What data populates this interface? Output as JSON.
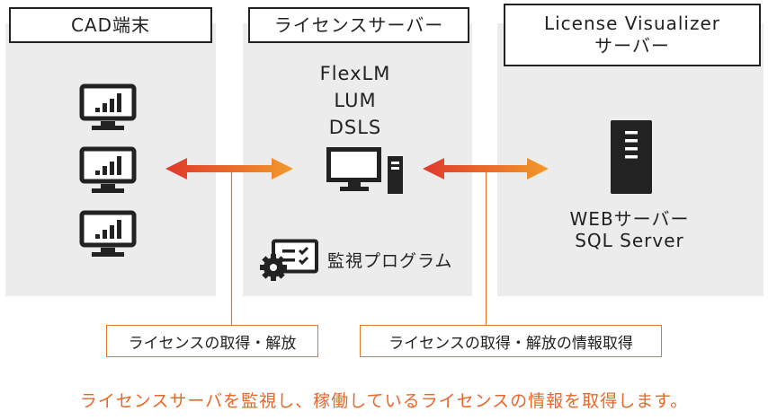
{
  "columns": {
    "cad": {
      "title": "CAD端末"
    },
    "license_server": {
      "title": "ライセンスサーバー",
      "products": [
        "FlexLM",
        "LUM",
        "DSLS"
      ],
      "monitor_program": "監視プログラム"
    },
    "visualizer": {
      "title_line1": "License Visualizer",
      "title_line2": "サーバー",
      "stack_line1": "WEBサーバー",
      "stack_line2": "SQL Server"
    }
  },
  "callouts": {
    "left": "ライセンスの取得・解放",
    "right": "ライセンスの取得・解放の情報取得"
  },
  "footer_note": "ライセンスサーバを監視し、稼働しているライセンスの情報を取得します。",
  "colors": {
    "panel": "#ececec",
    "arrow_start": "#e0392b",
    "arrow_end": "#f29a2a",
    "accent": "#e8672a",
    "line": "#e07a2a"
  },
  "icons": [
    "monitor-chart-icon",
    "desktop-computer-icon",
    "server-tower-icon",
    "settings-program-icon"
  ]
}
